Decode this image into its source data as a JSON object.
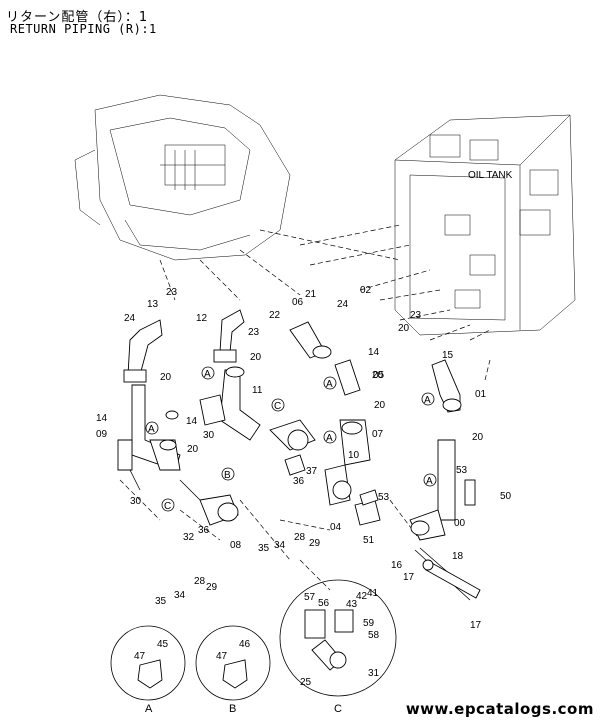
{
  "header": {
    "title_jp": "リターン配管（右）：1",
    "title_en": "RETURN PIPING (R):1"
  },
  "tank_label": "OIL TANK",
  "detail_labels": [
    "A",
    "B",
    "C"
  ],
  "part_labels": [
    "23",
    "13",
    "24",
    "12",
    "23",
    "22",
    "06",
    "21",
    "24",
    "02",
    "20",
    "23",
    "20",
    "20",
    "20",
    "14",
    "15",
    "05",
    "01",
    "11",
    "14",
    "14",
    "30",
    "20",
    "09",
    "07",
    "20",
    "20",
    "10",
    "37",
    "53",
    "50",
    "36",
    "30",
    "00",
    "04",
    "53",
    "08",
    "35",
    "34",
    "28",
    "29",
    "32",
    "36",
    "51",
    "16",
    "17",
    "18",
    "57",
    "56",
    "43",
    "42",
    "41",
    "59",
    "58",
    "35",
    "34",
    "28",
    "29",
    "17",
    "47",
    "45",
    "47",
    "46",
    "25",
    "31"
  ],
  "footer": {
    "site": "www.epcatalogs.com"
  }
}
